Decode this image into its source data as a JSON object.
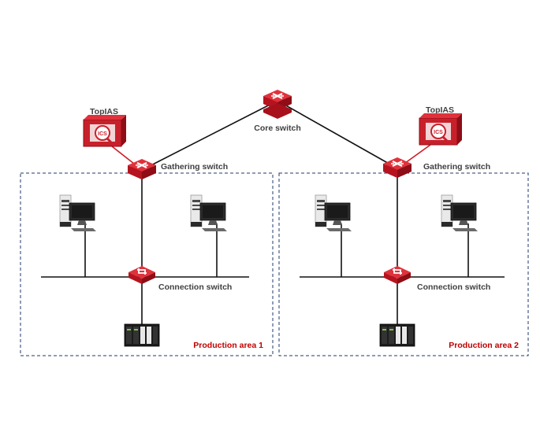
{
  "labels": {
    "core_switch": "Core switch",
    "gathering_switch_1": "Gathering switch",
    "gathering_switch_2": "Gathering switch",
    "connection_switch_1": "Connection switch",
    "connection_switch_2": "Connection switch",
    "topias_1": "TopIAS",
    "topias_2": "TopIAS",
    "production_area_1": "Production area 1",
    "production_area_2": "Production area 2",
    "ics_badge_1": "ICS",
    "ics_badge_2": "ICS"
  },
  "colors": {
    "switch_red": "#c8202b",
    "label_gray": "#404040",
    "area_label_red": "#c00000",
    "area_border": "#1f3a6e"
  },
  "icons": {
    "core": "router-icon",
    "gathering": "switch-icon",
    "connection": "switch-icon",
    "topias": "security-appliance-icon",
    "workstation": "workstation-icon",
    "plc": "plc-icon"
  }
}
